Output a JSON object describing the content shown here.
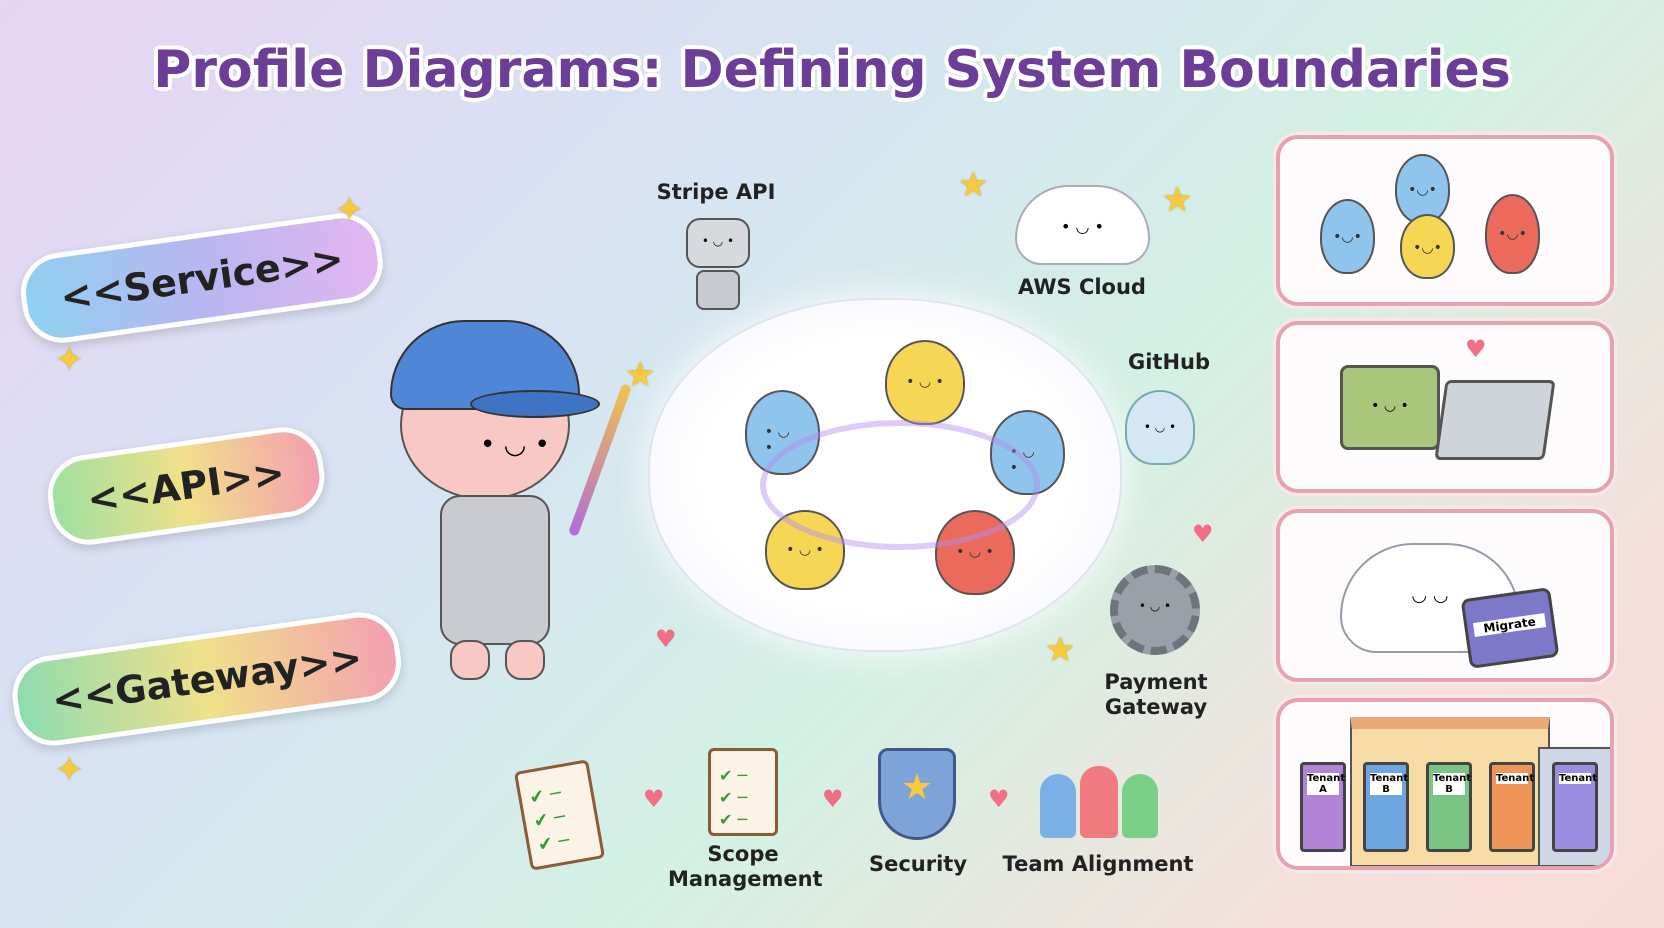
{
  "title": "Profile Diagrams: Defining System Boundaries",
  "stereotypes": [
    {
      "label": "<<Service>>"
    },
    {
      "label": "<<API>>"
    },
    {
      "label": "<<Gateway>>"
    }
  ],
  "external_systems": {
    "stripe": "Stripe API",
    "aws": "AWS Cloud",
    "github": "GitHub",
    "payment": "Payment Gateway"
  },
  "benefits": [
    {
      "label": "Scope Management"
    },
    {
      "label": "Security"
    },
    {
      "label": "Team Alignment"
    }
  ],
  "panels": {
    "migrate_label": "Migrate",
    "tenants": [
      "Tenant A",
      "Tenant B",
      "Tenant B",
      "Tenant",
      "Tenant"
    ]
  },
  "colors": {
    "title": "#6c3e98",
    "panel_border": "#e4a3b0"
  }
}
